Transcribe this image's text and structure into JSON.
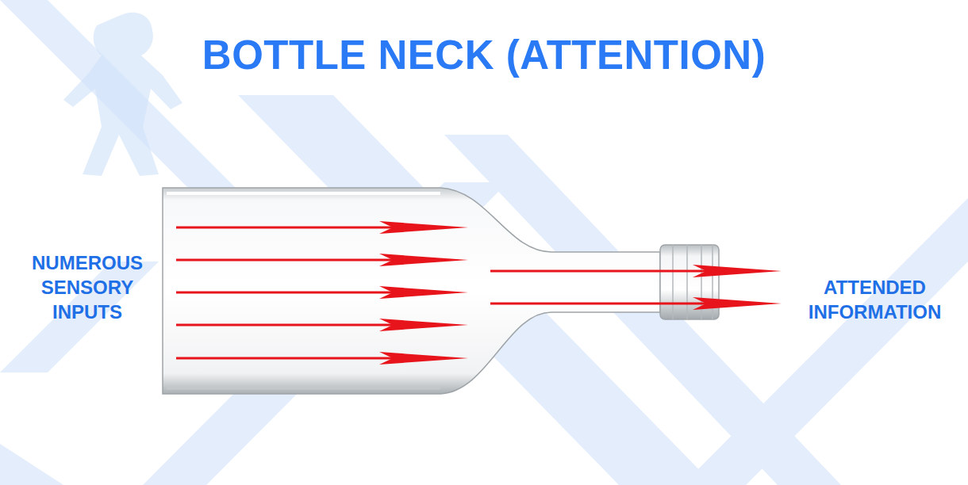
{
  "diagram": {
    "title": "BOTTLE NECK (ATTENTION)",
    "labels": [
      "NUMEROUS SENSORY INPUTS",
      "ATTENDED INFORMATION"
    ]
  }
}
